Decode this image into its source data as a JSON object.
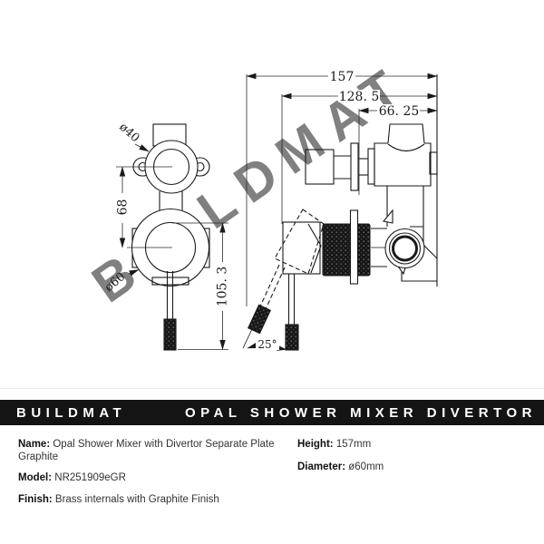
{
  "watermark": {
    "text": "BUILDMAT",
    "color": "#dcdcdc"
  },
  "drawing": {
    "front_view": {
      "dim_center_spacing": "68",
      "dim_handle_drop": "105. 3",
      "top_diameter_label": "ø40",
      "bottom_diameter_label": "ø60"
    },
    "side_view": {
      "dim_overall_depth": "157",
      "dim_body_depth": "128. 5",
      "dim_trim_depth": "66. 25",
      "handle_angle_label": "25°"
    }
  },
  "banner": {
    "brand": "BUILDMAT",
    "title": "OPAL SHOWER MIXER DIVERTOR",
    "background": "#141414",
    "text_color": "#ffffff"
  },
  "specs": {
    "name": {
      "label": "Name:",
      "value": "Opal Shower Mixer with Divertor Separate Plate Graphite"
    },
    "model": {
      "label": "Model:",
      "value": "NR251909eGR"
    },
    "finish": {
      "label": "Finish:",
      "value": "Brass internals with Graphite Finish"
    },
    "height": {
      "label": "Height:",
      "value": "157mm"
    },
    "diameter": {
      "label": "Diameter:",
      "value": "ø60mm"
    }
  }
}
